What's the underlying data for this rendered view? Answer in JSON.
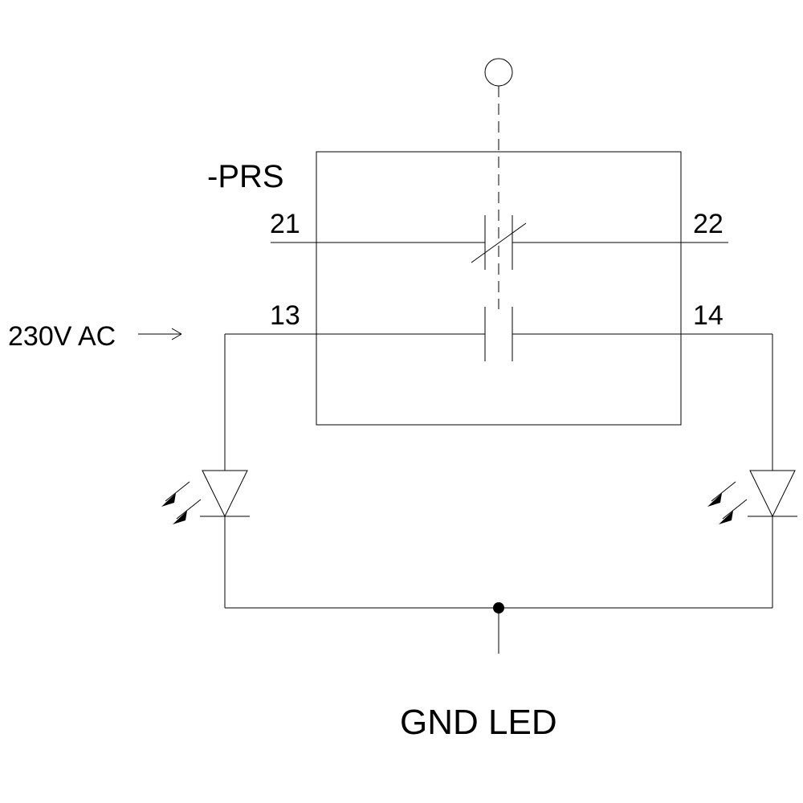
{
  "device": {
    "tag": "-PRS"
  },
  "terminals": {
    "nc_in": "21",
    "nc_out": "22",
    "no_in": "13",
    "no_out": "14"
  },
  "supply": {
    "label": "230V AC"
  },
  "ground": {
    "label": "GND LED"
  },
  "colors": {
    "line": "#000000",
    "background": "#ffffff"
  },
  "icons": [
    "actuator-circle-icon",
    "nc-contact-icon",
    "no-contact-icon",
    "led-icon",
    "arrow-right-icon",
    "junction-dot-icon"
  ]
}
